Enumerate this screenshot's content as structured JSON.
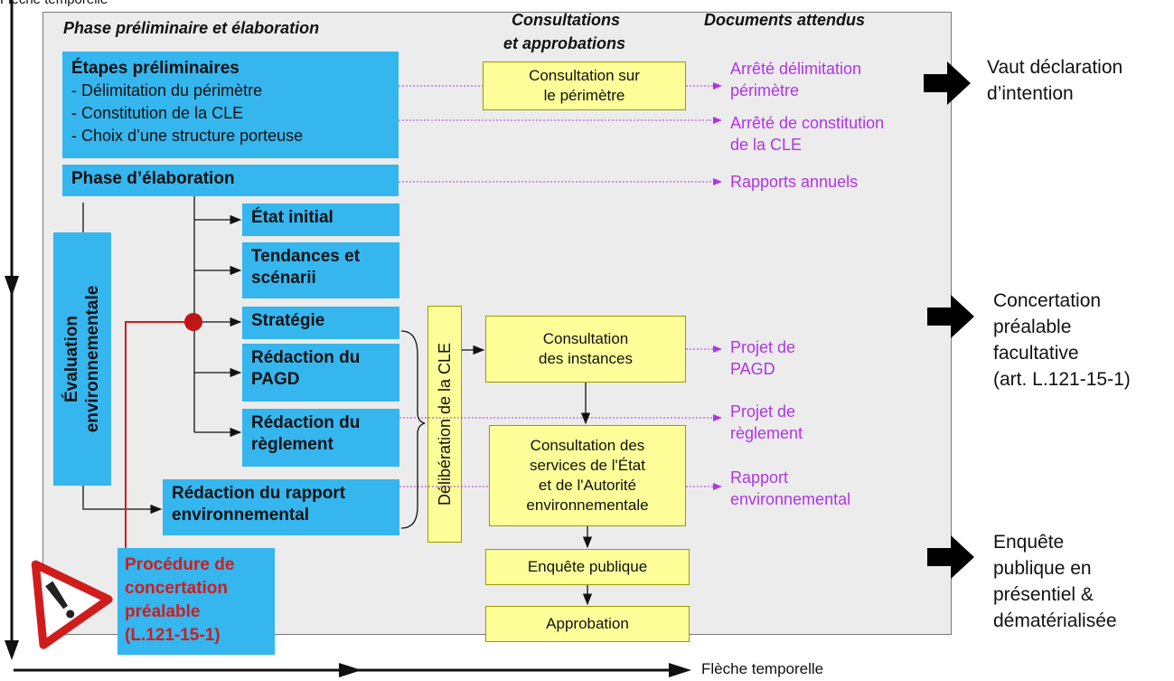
{
  "top_left_label": "Flèche temporelle",
  "headers": {
    "phase": "Phase préliminaire et élaboration",
    "consultations_1": "Consultations",
    "consultations_2": "et approbations",
    "documents": "Documents attendus"
  },
  "prelim": {
    "title": "Étapes préliminaires",
    "items": [
      "- Délimitation du périmètre",
      "- Constitution de la CLE",
      "- Choix d’une structure porteuse"
    ]
  },
  "phase_elaboration": "Phase d’élaboration",
  "steps": {
    "etat_initial": "État initial",
    "tendances_1": "Tendances et",
    "tendances_2": "scénarii",
    "strategie": "Stratégie",
    "pagd_1": "Rédaction du",
    "pagd_2": "PAGD",
    "reglement_1": "Rédaction du",
    "reglement_2": "règlement",
    "rapport_1": "Rédaction du rapport",
    "rapport_2": "environnemental"
  },
  "evaluation": {
    "line1": "Évaluation",
    "line2": "environnementale"
  },
  "concertation_box": {
    "line1": "Procédure de",
    "line2": "concertation",
    "line3": "préalable",
    "line4": "(L.121-15-1)"
  },
  "deliberation": "Délibération de la CLE",
  "consultations": {
    "perimetre_1": "Consultation sur",
    "perimetre_2": "le périmètre",
    "instances_1": "Consultation",
    "instances_2": "des instances",
    "services_1": "Consultation des",
    "services_2": "services de l'État",
    "services_3": "et de l'Autorité",
    "services_4": "environnementale",
    "enquete": "Enquête publique",
    "approbation": "Approbation"
  },
  "documents": {
    "arrete_delim_1": "Arrêté délimitation",
    "arrete_delim_2": "périmètre",
    "arrete_const_1": "Arrêté de constitution",
    "arrete_const_2": "de la CLE",
    "rapports_annuels": "Rapports annuels",
    "projet_pagd_1": "Projet de",
    "projet_pagd_2": "PAGD",
    "projet_reg_1": "Projet de",
    "projet_reg_2": "règlement",
    "rapport_env_1": "Rapport",
    "rapport_env_2": "environnemental"
  },
  "side_notes": {
    "vaut_1": "Vaut déclaration",
    "vaut_2": "d’intention",
    "concert_1": "Concertation",
    "concert_2": "préalable",
    "concert_3": "facultative",
    "concert_4": "(art. L.121-15-1)",
    "enquete_1": "Enquête",
    "enquete_2": "publique en",
    "enquete_3": "présentiel &",
    "enquete_4": "dématérialisée"
  },
  "bottom_label": "Flèche temporelle",
  "colors": {
    "blue": "#35b6ee",
    "yellow": "#ffff99",
    "purple": "#b133e8",
    "red": "#d01c1c"
  }
}
